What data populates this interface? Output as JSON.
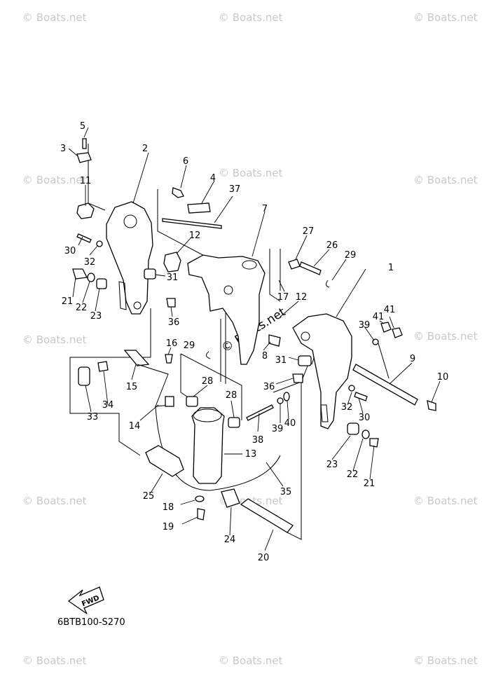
{
  "diagram": {
    "watermark": "© Boats.net",
    "center_watermark": "© Boats.net",
    "drawing_code": "6BTB100-S270",
    "fwd_label": "FWD",
    "part_numbers": [
      "1",
      "2",
      "3",
      "4",
      "5",
      "6",
      "7",
      "8",
      "9",
      "10",
      "11",
      "12",
      "12",
      "13",
      "14",
      "15",
      "16",
      "17",
      "18",
      "19",
      "20",
      "21",
      "21",
      "22",
      "22",
      "23",
      "23",
      "24",
      "25",
      "26",
      "27",
      "28",
      "28",
      "29",
      "29",
      "30",
      "30",
      "31",
      "31",
      "32",
      "32",
      "33",
      "34",
      "35",
      "36",
      "36",
      "37",
      "38",
      "39",
      "39",
      "40",
      "41",
      "41"
    ]
  }
}
